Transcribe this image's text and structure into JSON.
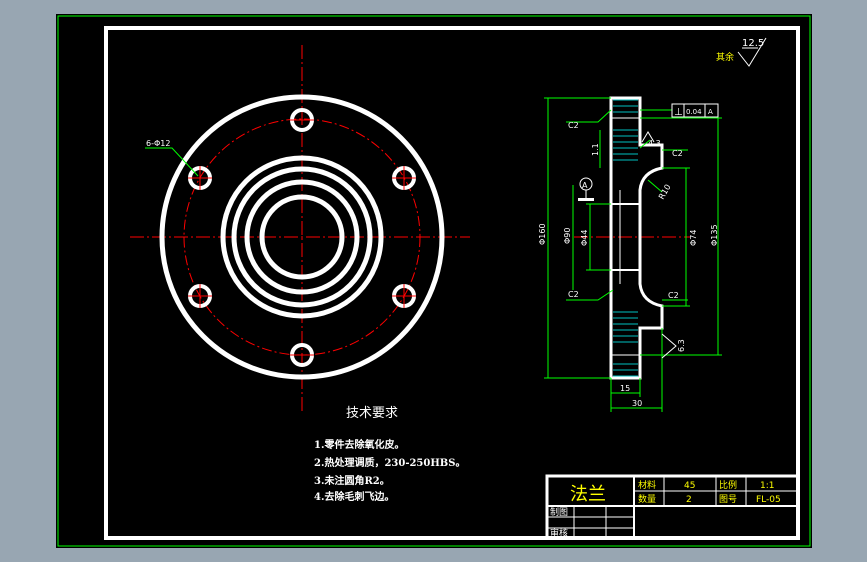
{
  "drawing": {
    "background_color": "#000000",
    "window_color": "#98a6b2",
    "line_white": "#ffffff",
    "line_green": "#00ff00",
    "center_red": "#ff0000",
    "hatch_cyan": "#00ffff",
    "accent_yellow": "#ffff00"
  },
  "roughness": {
    "value": "12.5",
    "label": "其余"
  },
  "front_view": {
    "hole_callout": "6-Φ12"
  },
  "section_view": {
    "dims": {
      "d160": "Φ160",
      "d90": "Φ90",
      "d44": "Φ44",
      "d74": "Φ74",
      "d135": "Φ135",
      "r10": "R10",
      "l15": "15",
      "l30": "30",
      "v1_1": "1.1",
      "v4_3_top": "4.3",
      "v6_3": "6.3"
    },
    "chamfers": [
      "C2",
      "C2",
      "C2",
      "C2"
    ],
    "gdt": {
      "symbol": "⊥",
      "tolerance": "0.04",
      "datum": "A"
    },
    "datum_label": "A"
  },
  "notes": {
    "title": "技术要求",
    "items": [
      "1.零件去除氧化皮。",
      "2.热处理调质，230-250HBS。",
      "3.未注圆角R2。",
      "4.去除毛刺飞边。"
    ]
  },
  "title_block": {
    "part_name": "法兰",
    "material_label": "材料",
    "material_value": "45",
    "scale_label": "比例",
    "scale_value": "1:1",
    "qty_label": "数量",
    "qty_value": "2",
    "drawing_no_label": "图号",
    "drawing_no_value": "FL-05",
    "drawn_label": "制图",
    "checked_label": "审核"
  }
}
